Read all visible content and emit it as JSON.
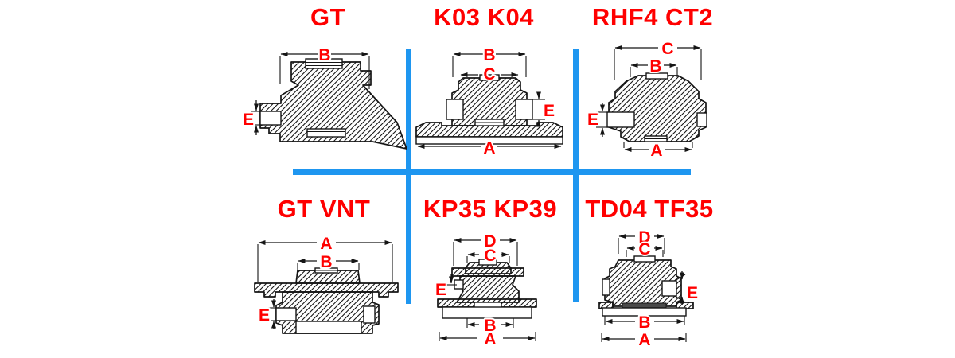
{
  "page": {
    "background": "#FFFFFF",
    "description": "Turbocharger flange type cross-section chart"
  },
  "colors": {
    "divider_blue": "#1E96F0",
    "label_red": "#FF0000",
    "line_black": "#151515"
  },
  "panels": [
    {
      "id": "gt",
      "title": "GT",
      "labels": {
        "top": "B",
        "side": "E"
      }
    },
    {
      "id": "k03-k04",
      "title": "K03 K04",
      "labels": {
        "top": "B",
        "second": "C",
        "side": "E",
        "bottom": "A"
      }
    },
    {
      "id": "rhf4-ct2",
      "title": "RHF4 CT2",
      "labels": {
        "top": "C",
        "second": "B",
        "side": "E",
        "bottom": "A"
      }
    },
    {
      "id": "gt-vnt",
      "title": "GT VNT",
      "labels": {
        "top": "A",
        "second": "B",
        "side": "E"
      }
    },
    {
      "id": "kp35-kp39",
      "title": "KP35 KP39",
      "labels": {
        "top": "D",
        "second": "C",
        "side": "E",
        "inner_bottom": "B",
        "bottom": "A"
      }
    },
    {
      "id": "td04-tf35",
      "title": "TD04 TF35",
      "labels": {
        "top": "D",
        "second": "C",
        "side": "E",
        "inner_bottom": "B",
        "bottom": "A"
      }
    }
  ]
}
